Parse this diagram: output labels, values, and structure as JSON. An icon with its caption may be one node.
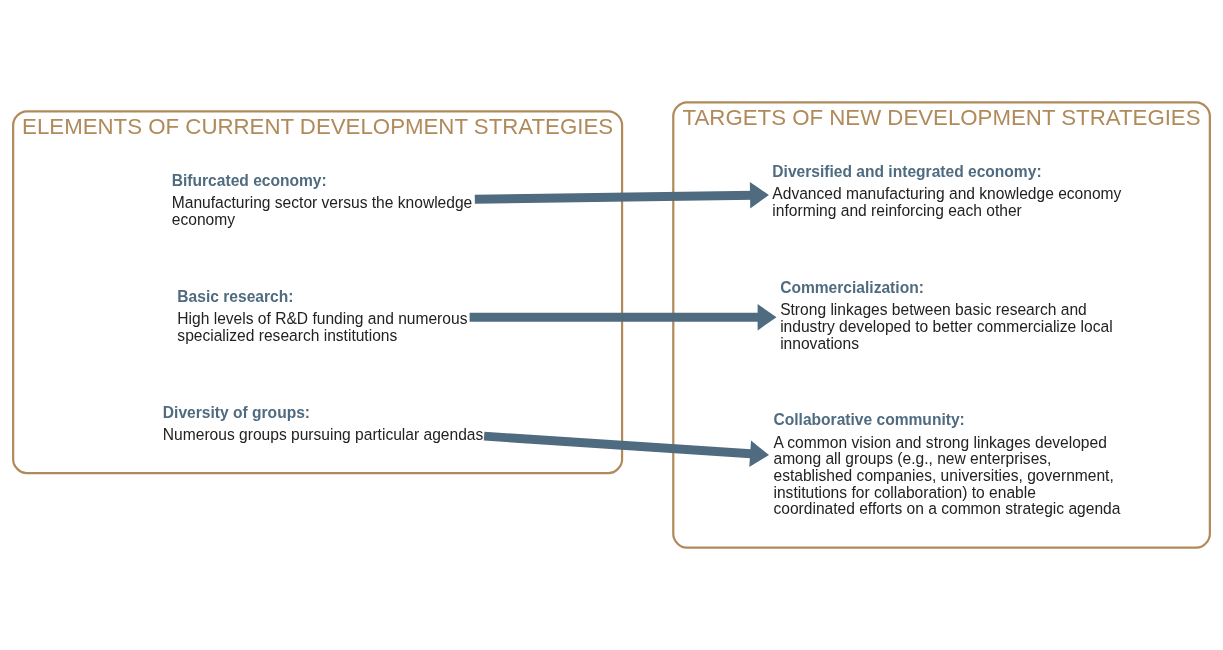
{
  "diagram": {
    "nodes": [
      {
        "text": [
          "ELEMENTS OF CURRENT DEVELOPMENT STRATEGIES"
        ]
      },
      {
        "text": [
          "Bifurcated economy:",
          "Manufacturing sector versus the knowledge economy"
        ],
        "in": 0
      },
      {
        "text": [
          "Basic research:",
          "High levels of R&D funding and numerous specialized research institutions"
        ],
        "in": 0
      },
      {
        "text": [
          "Diversity of groups:",
          "Numerous groups pursuing particular agendas"
        ],
        "in": 0
      },
      {
        "text": [
          "TARGETS OF NEW DEVELOPMENT STRATEGIES"
        ]
      },
      {
        "text": [
          "Diversified and integrated economy:",
          "Advanced manufacturing and knowledge economy informing and reinforcing each other"
        ],
        "in": 4
      },
      {
        "text": [
          "Commercialization:",
          "Strong linkages between basic research and industry developed to better commercialize local innovations"
        ],
        "in": 4
      },
      {
        "text": [
          "Collaborative community:",
          "A common vision and strong linkages developed among all groups (e.g., new enterprises, established companies, universities, government, institutions for collaboration) to enable coordinated efforts on a common strategic agenda"
        ],
        "in": 4
      }
    ],
    "edges": [
      {
        "from": 1,
        "to": 5,
        "arrow": "to"
      },
      {
        "from": 2,
        "to": 6,
        "arrow": "to"
      },
      {
        "from": 3,
        "to": 7,
        "arrow": "to"
      }
    ]
  }
}
